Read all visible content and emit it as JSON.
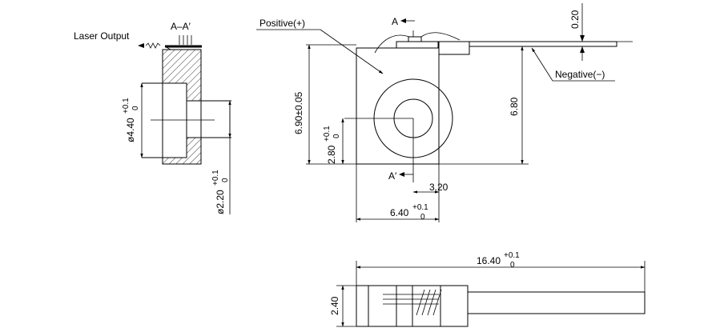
{
  "labels": {
    "laser_output": "Laser Output",
    "section_title": "A–A′",
    "positive": "Positive(+)",
    "negative": "Negative(−)",
    "section_marker_top": "A",
    "section_marker_bottom": "A′"
  },
  "dimensions": {
    "d440": {
      "prefix": "ø",
      "value": "4.40",
      "tol_upper": "+0.1",
      "tol_lower": "0"
    },
    "d220": {
      "prefix": "ø",
      "value": "2.20",
      "tol_upper": "+0.1",
      "tol_lower": "0"
    },
    "h690": {
      "value": "6.90±0.05"
    },
    "h280": {
      "value": "2.80",
      "tol_upper": "+0.1",
      "tol_lower": "0"
    },
    "w320": {
      "value": "3.20"
    },
    "w640": {
      "value": "6.40",
      "tol_upper": "+0.1",
      "tol_lower": "0"
    },
    "h680": {
      "value": "6.80"
    },
    "t020": {
      "value": "0.20"
    },
    "l1640": {
      "value": "16.40",
      "tol_upper": "+0.1",
      "tol_lower": "0"
    },
    "t240": {
      "value": "2.40"
    }
  }
}
